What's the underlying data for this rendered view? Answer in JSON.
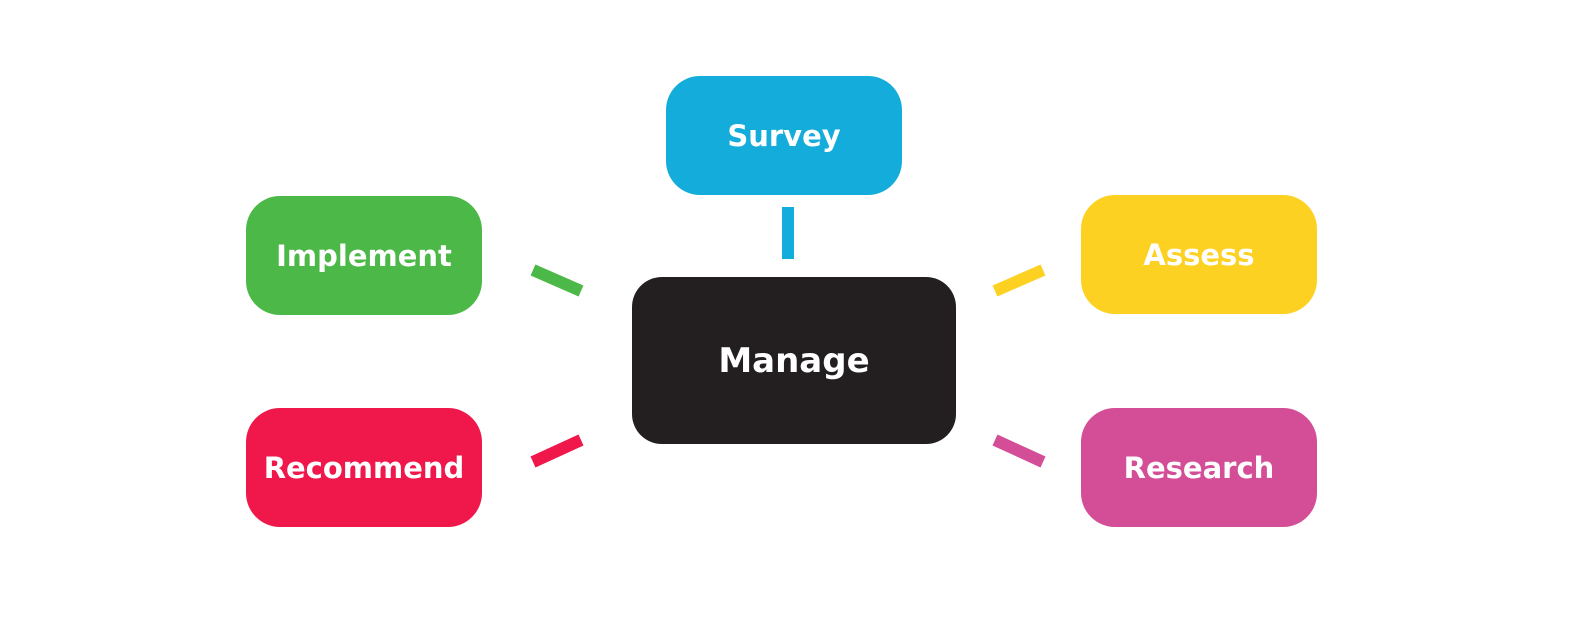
{
  "diagram": {
    "center": {
      "label": "Manage",
      "color": "#231f20"
    },
    "nodes": {
      "survey": {
        "label": "Survey",
        "color": "#14acdb"
      },
      "implement": {
        "label": "Implement",
        "color": "#4bb847"
      },
      "assess": {
        "label": "Assess",
        "color": "#fdd122"
      },
      "recommend": {
        "label": "Recommend",
        "color": "#f0174b"
      },
      "research": {
        "label": "Research",
        "color": "#d34d97"
      }
    },
    "connector_colors": {
      "survey": "#14acdb",
      "implement": "#4bb847",
      "assess": "#fdd122",
      "recommend": "#f0174b",
      "research": "#d34d97"
    }
  }
}
